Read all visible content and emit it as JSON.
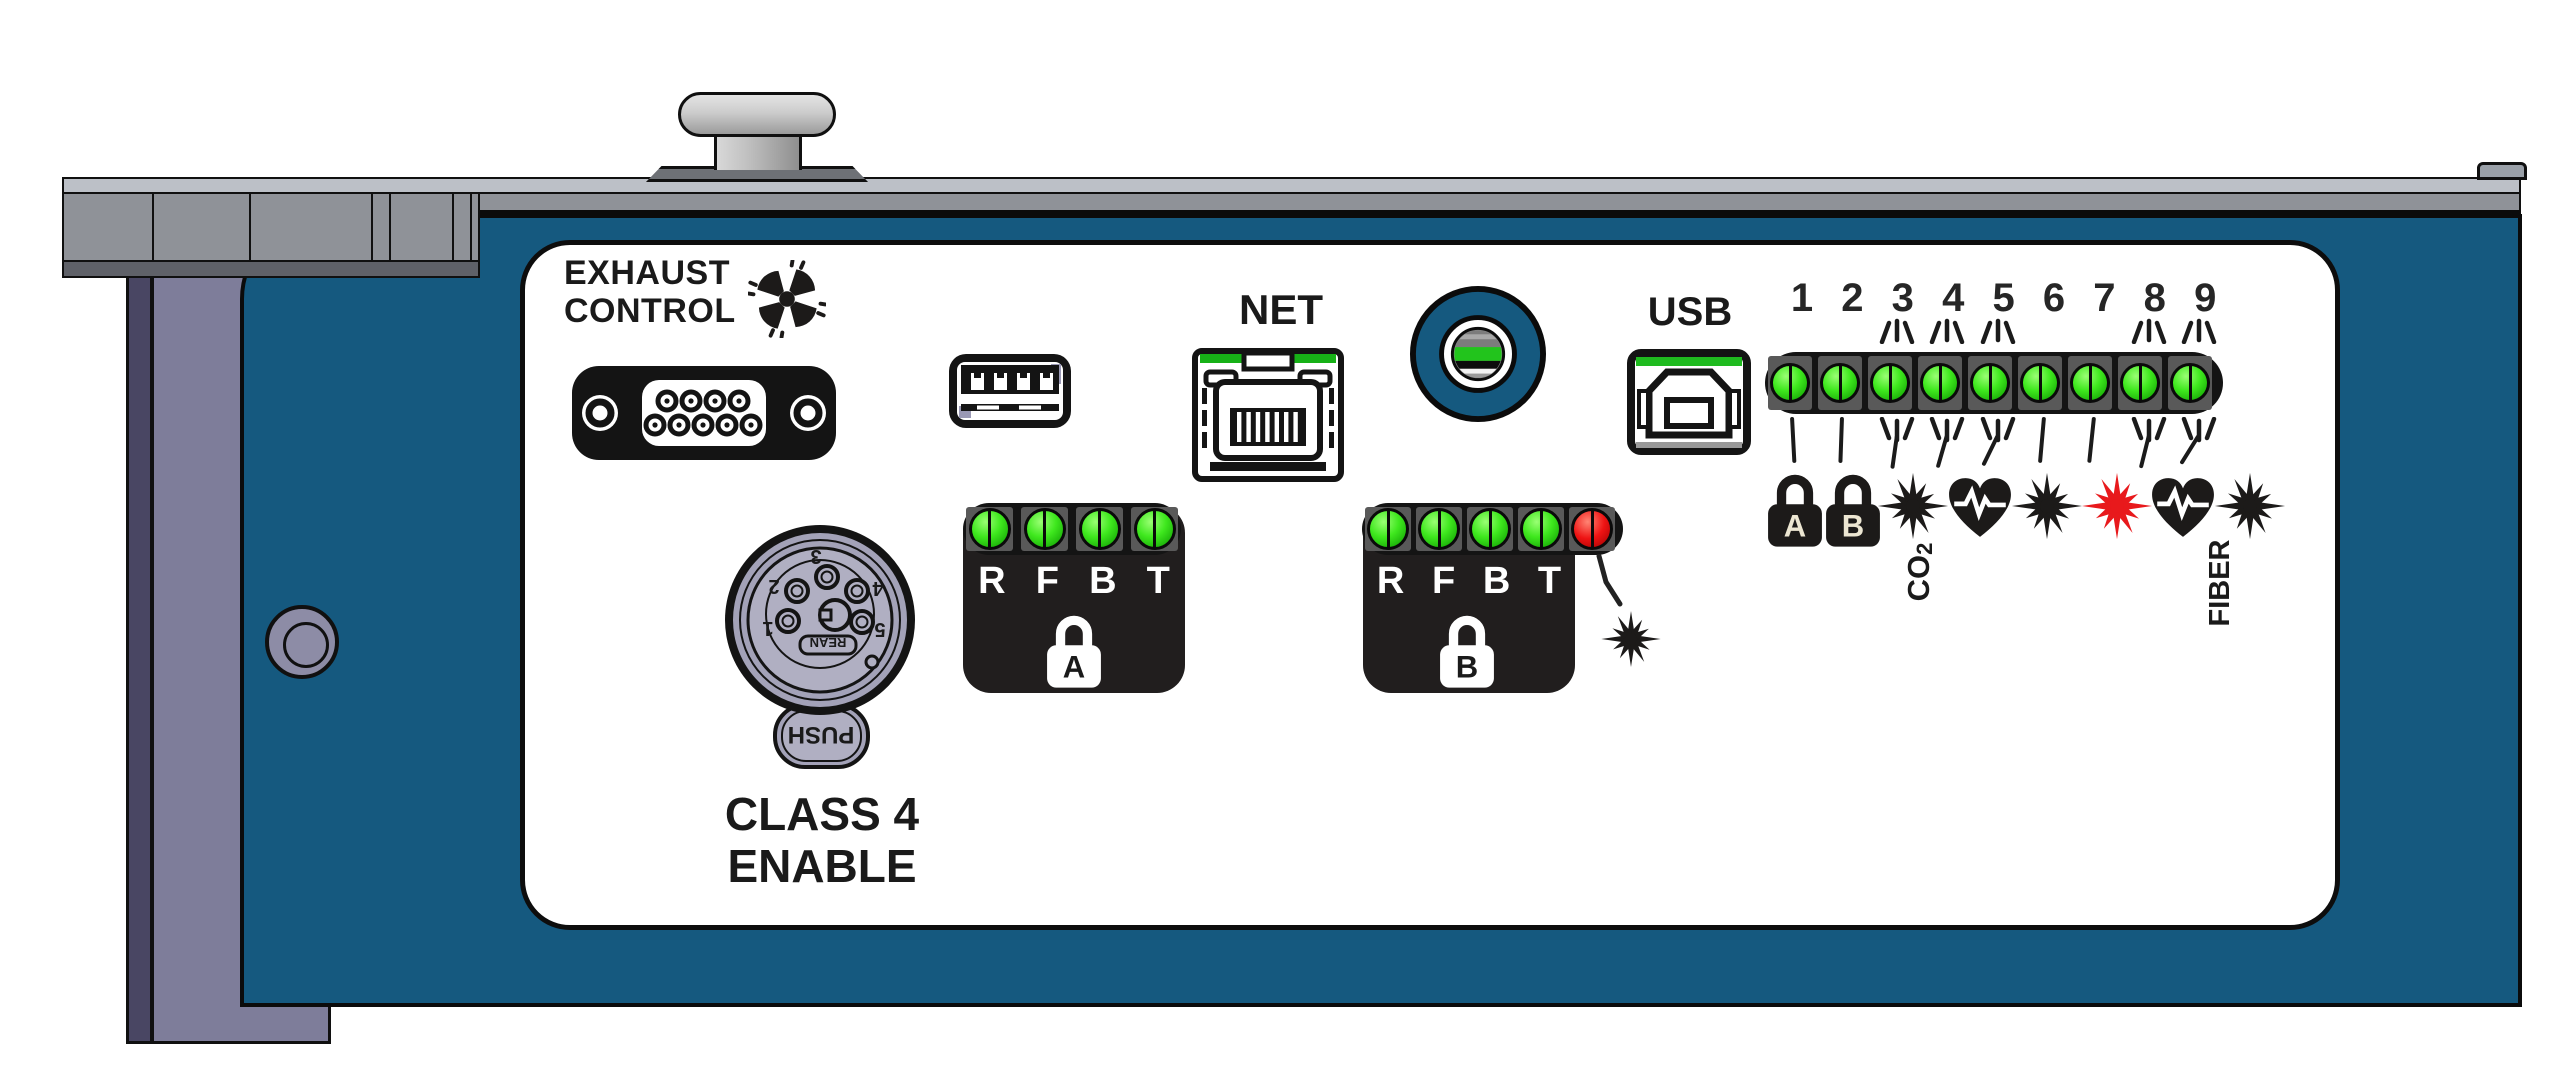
{
  "device": {
    "labels": {
      "exhaust_line1": "EXHAUST",
      "exhaust_line2": "CONTROL",
      "net": "NET",
      "usb": "USB",
      "class4_line1": "CLASS 4",
      "class4_line2": "ENABLE",
      "co2_main": "CO",
      "co2_sub": "2",
      "fiber": "FIBER"
    }
  },
  "status_leds": {
    "numbers": [
      "1",
      "2",
      "3",
      "4",
      "5",
      "6",
      "7",
      "8",
      "9"
    ],
    "leds": [
      {
        "number": "1",
        "color": "green",
        "blinking": false
      },
      {
        "number": "2",
        "color": "green",
        "blinking": false
      },
      {
        "number": "3",
        "color": "green",
        "blinking": true
      },
      {
        "number": "4",
        "color": "green",
        "blinking": true
      },
      {
        "number": "5",
        "color": "green",
        "blinking": true
      },
      {
        "number": "6",
        "color": "green",
        "blinking": false
      },
      {
        "number": "7",
        "color": "green",
        "blinking": false
      },
      {
        "number": "8",
        "color": "green",
        "blinking": true
      },
      {
        "number": "9",
        "color": "green",
        "blinking": true
      }
    ],
    "icons": [
      {
        "name": "interlock-a-padlock-icon",
        "type": "padlock",
        "letter": "A",
        "color": "#1c1a19",
        "letter_color": "#ece6d2"
      },
      {
        "name": "interlock-b-padlock-icon",
        "type": "padlock",
        "letter": "B",
        "color": "#1c1a19",
        "letter_color": "#ece6d2"
      },
      {
        "name": "co2-laser-starburst-icon",
        "type": "starburst",
        "color": "#1c1a19"
      },
      {
        "name": "co2-heartbeat-icon",
        "type": "heartbeat",
        "color": "#1c1a19"
      },
      {
        "name": "laser-emission-starburst-icon",
        "type": "starburst",
        "color": "#1c1a19"
      },
      {
        "name": "red-pointer-starburst-icon",
        "type": "starburst",
        "color": "#e8191c"
      },
      {
        "name": "fiber-heartbeat-icon",
        "type": "heartbeat",
        "color": "#1c1a19"
      },
      {
        "name": "fiber-laser-starburst-icon",
        "type": "starburst",
        "color": "#1c1a19"
      }
    ]
  },
  "interlock_a": {
    "led_colors": [
      "green",
      "green",
      "green",
      "green"
    ],
    "pin_labels": [
      "R",
      "F",
      "B",
      "T"
    ],
    "lock_letter": "A"
  },
  "interlock_b": {
    "led_colors": [
      "green",
      "green",
      "green",
      "green",
      "red"
    ],
    "pin_labels": [
      "R",
      "F",
      "B",
      "T"
    ],
    "lock_letter": "B"
  },
  "class4_connector": {
    "pin_labels": [
      "1",
      "2",
      "3",
      "4",
      "5"
    ],
    "brand": "REAN",
    "push": "PUSH"
  }
}
